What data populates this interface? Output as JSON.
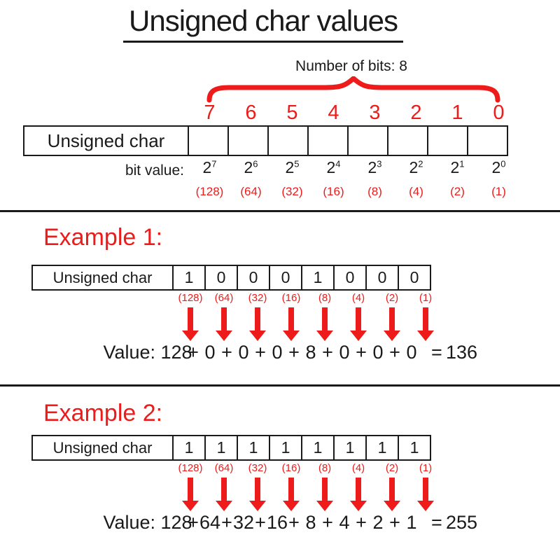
{
  "title": "Unsigned char values",
  "colors": {
    "accent_red": "#ee1b1b",
    "ink": "#1a1a1a"
  },
  "symbols": {
    "plus": "+",
    "equals": "="
  },
  "overview": {
    "bits_count_label": "Number of bits: 8",
    "register_label": "Unsigned char",
    "bit_positions": [
      "7",
      "6",
      "5",
      "4",
      "3",
      "2",
      "1",
      "0"
    ],
    "bit_value_label": "bit value:",
    "power_base": "2",
    "power_exponents": [
      "7",
      "6",
      "5",
      "4",
      "3",
      "2",
      "1",
      "0"
    ],
    "weights": [
      "(128)",
      "(64)",
      "(32)",
      "(16)",
      "(8)",
      "(4)",
      "(2)",
      "(1)"
    ]
  },
  "example1": {
    "heading": "Example 1:",
    "register_label": "Unsigned char",
    "bits": [
      "1",
      "0",
      "0",
      "0",
      "1",
      "0",
      "0",
      "0"
    ],
    "weights": [
      "(128)",
      "(64)",
      "(32)",
      "(16)",
      "(8)",
      "(4)",
      "(2)",
      "(1)"
    ],
    "value_label": "Value:",
    "terms": [
      "128",
      "0",
      "0",
      "0",
      "8",
      "0",
      "0",
      "0"
    ],
    "result": "136"
  },
  "example2": {
    "heading": "Example 2:",
    "register_label": "Unsigned char",
    "bits": [
      "1",
      "1",
      "1",
      "1",
      "1",
      "1",
      "1",
      "1"
    ],
    "weights": [
      "(128)",
      "(64)",
      "(32)",
      "(16)",
      "(8)",
      "(4)",
      "(2)",
      "(1)"
    ],
    "value_label": "Value:",
    "terms": [
      "128",
      "64",
      "32",
      "16",
      "8",
      "4",
      "2",
      "1"
    ],
    "result": "255"
  }
}
